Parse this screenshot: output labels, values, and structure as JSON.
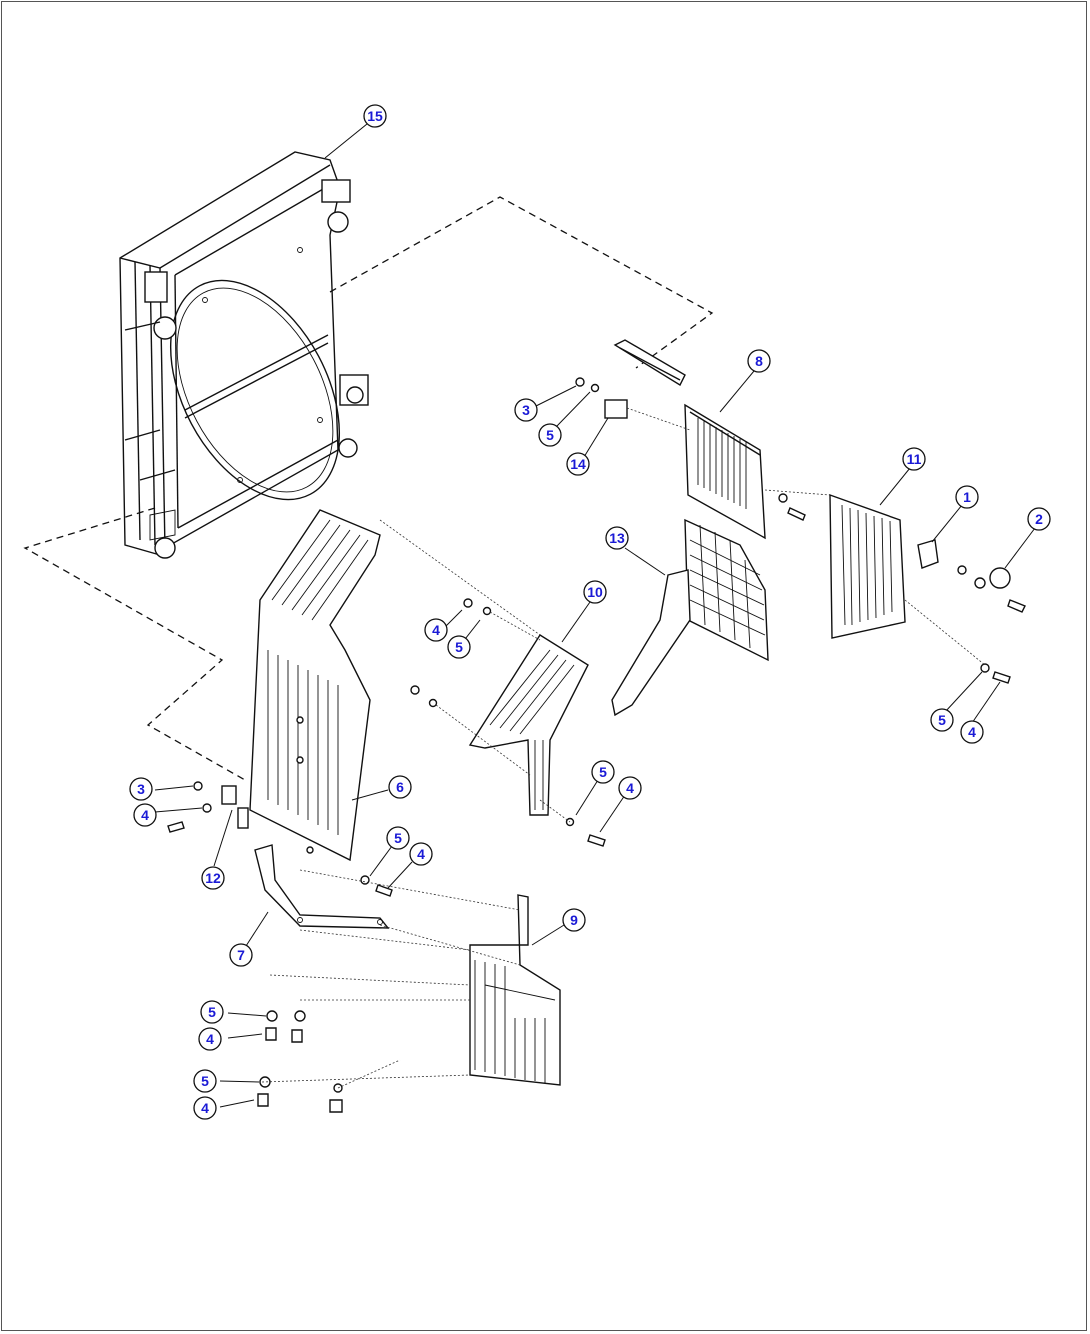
{
  "diagram": {
    "callouts": [
      {
        "id": "c15",
        "label": "15"
      },
      {
        "id": "c8",
        "label": "8"
      },
      {
        "id": "c3a",
        "label": "3"
      },
      {
        "id": "c5a",
        "label": "5"
      },
      {
        "id": "c14",
        "label": "14"
      },
      {
        "id": "c11",
        "label": "11"
      },
      {
        "id": "c1",
        "label": "1"
      },
      {
        "id": "c2",
        "label": "2"
      },
      {
        "id": "c13",
        "label": "13"
      },
      {
        "id": "c10",
        "label": "10"
      },
      {
        "id": "c4b",
        "label": "4"
      },
      {
        "id": "c5b",
        "label": "5"
      },
      {
        "id": "c5c",
        "label": "5"
      },
      {
        "id": "c4c",
        "label": "4"
      },
      {
        "id": "c6",
        "label": "6"
      },
      {
        "id": "c3b",
        "label": "3"
      },
      {
        "id": "c4d",
        "label": "4"
      },
      {
        "id": "c12",
        "label": "12"
      },
      {
        "id": "c5d",
        "label": "5"
      },
      {
        "id": "c4e",
        "label": "4"
      },
      {
        "id": "c5e",
        "label": "5"
      },
      {
        "id": "c4f",
        "label": "4"
      },
      {
        "id": "c7",
        "label": "7"
      },
      {
        "id": "c9",
        "label": "9"
      },
      {
        "id": "c5f",
        "label": "5"
      },
      {
        "id": "c4g",
        "label": "4"
      },
      {
        "id": "c5g",
        "label": "5"
      },
      {
        "id": "c4h",
        "label": "4"
      }
    ],
    "colors": {
      "callout_text": "#1a1ad6",
      "line": "#111111",
      "background": "#ffffff"
    }
  }
}
